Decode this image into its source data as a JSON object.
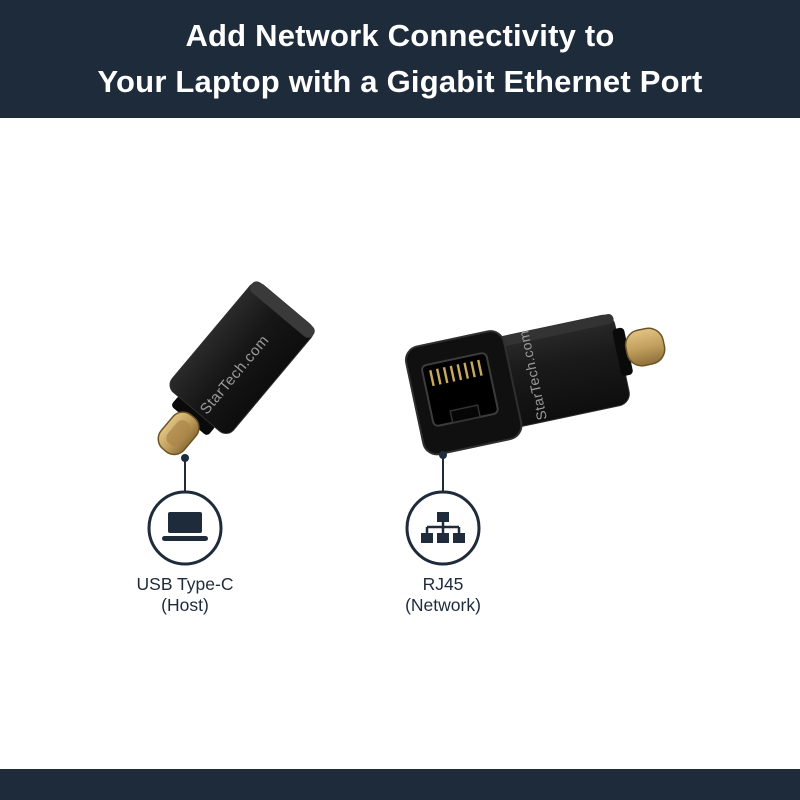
{
  "header": {
    "title_line1": "Add Network Connectivity to",
    "title_line2": "Your Laptop with a Gigabit Ethernet Port"
  },
  "products": {
    "left_adapter": {
      "brand": "StarTech.com"
    },
    "right_adapter": {
      "brand": "StarTech.com"
    }
  },
  "callouts": {
    "left": {
      "icon": "laptop-icon",
      "label": "USB Type-C",
      "sublabel": "(Host)"
    },
    "right": {
      "icon": "rj45-network-icon",
      "label": "RJ45",
      "sublabel": "(Network)"
    }
  },
  "colors": {
    "banner_navy": "#1e2b3a",
    "label_navy": "#1e2b3a",
    "connector_gold": "#c2a05e",
    "device_black": "#161616",
    "brand_text_gray": "#9a9a9a",
    "background": "#ffffff"
  }
}
